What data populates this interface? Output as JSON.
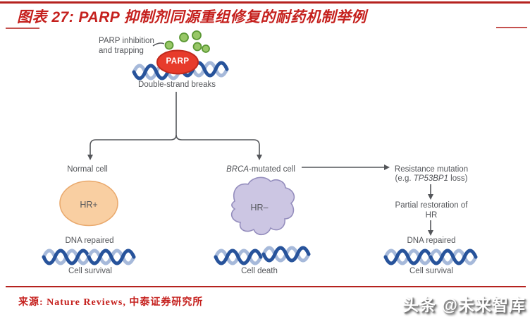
{
  "header": {
    "title": "图表 27: PARP 抑制剂同源重组修复的耐药机制举例"
  },
  "diagram": {
    "parp_inhibition_line1": "PARP inhibition",
    "parp_inhibition_line2": "and trapping",
    "parp_oval_label": "PARP",
    "double_strand_breaks": "Double-strand breaks",
    "normal_cell": "Normal cell",
    "brca_italic": "BRCA",
    "brca_rest": "-mutated cell",
    "hr_plus": "HR+",
    "hr_minus": "HR–",
    "dna_repaired_left": "DNA repaired",
    "cell_survival_left": "Cell survival",
    "cell_death": "Cell death",
    "resistance_mutation": "Resistance mutation",
    "resistance_eg_prefix": "(e.g. ",
    "resistance_eg_italic": "TP53BP1",
    "resistance_eg_suffix": " loss)",
    "partial_restoration_line1": "Partial restoration of",
    "partial_restoration_line2": "HR",
    "dna_repaired_right": "DNA repaired",
    "cell_survival_right": "Cell survival"
  },
  "footer": {
    "source": "来源: Nature Reviews, 中泰证券研究所",
    "watermark": "头条 @未来智库"
  },
  "colors": {
    "accent_red": "#c5201d",
    "rule_red": "#b5221f",
    "text_gray": "#54565a",
    "dna_dark": "#27539b",
    "dna_light": "#a6b9da",
    "parp_fill": "#e73b2b",
    "parp_stroke": "#c02a1d",
    "inhibitor_green_fill": "#98c767",
    "inhibitor_green_stroke": "#5a9733",
    "normal_cell_fill": "#f9cfa2",
    "normal_cell_stroke": "#e9a96d",
    "mutated_cell_fill": "#ccc6e3",
    "mutated_cell_stroke": "#948dbd"
  }
}
